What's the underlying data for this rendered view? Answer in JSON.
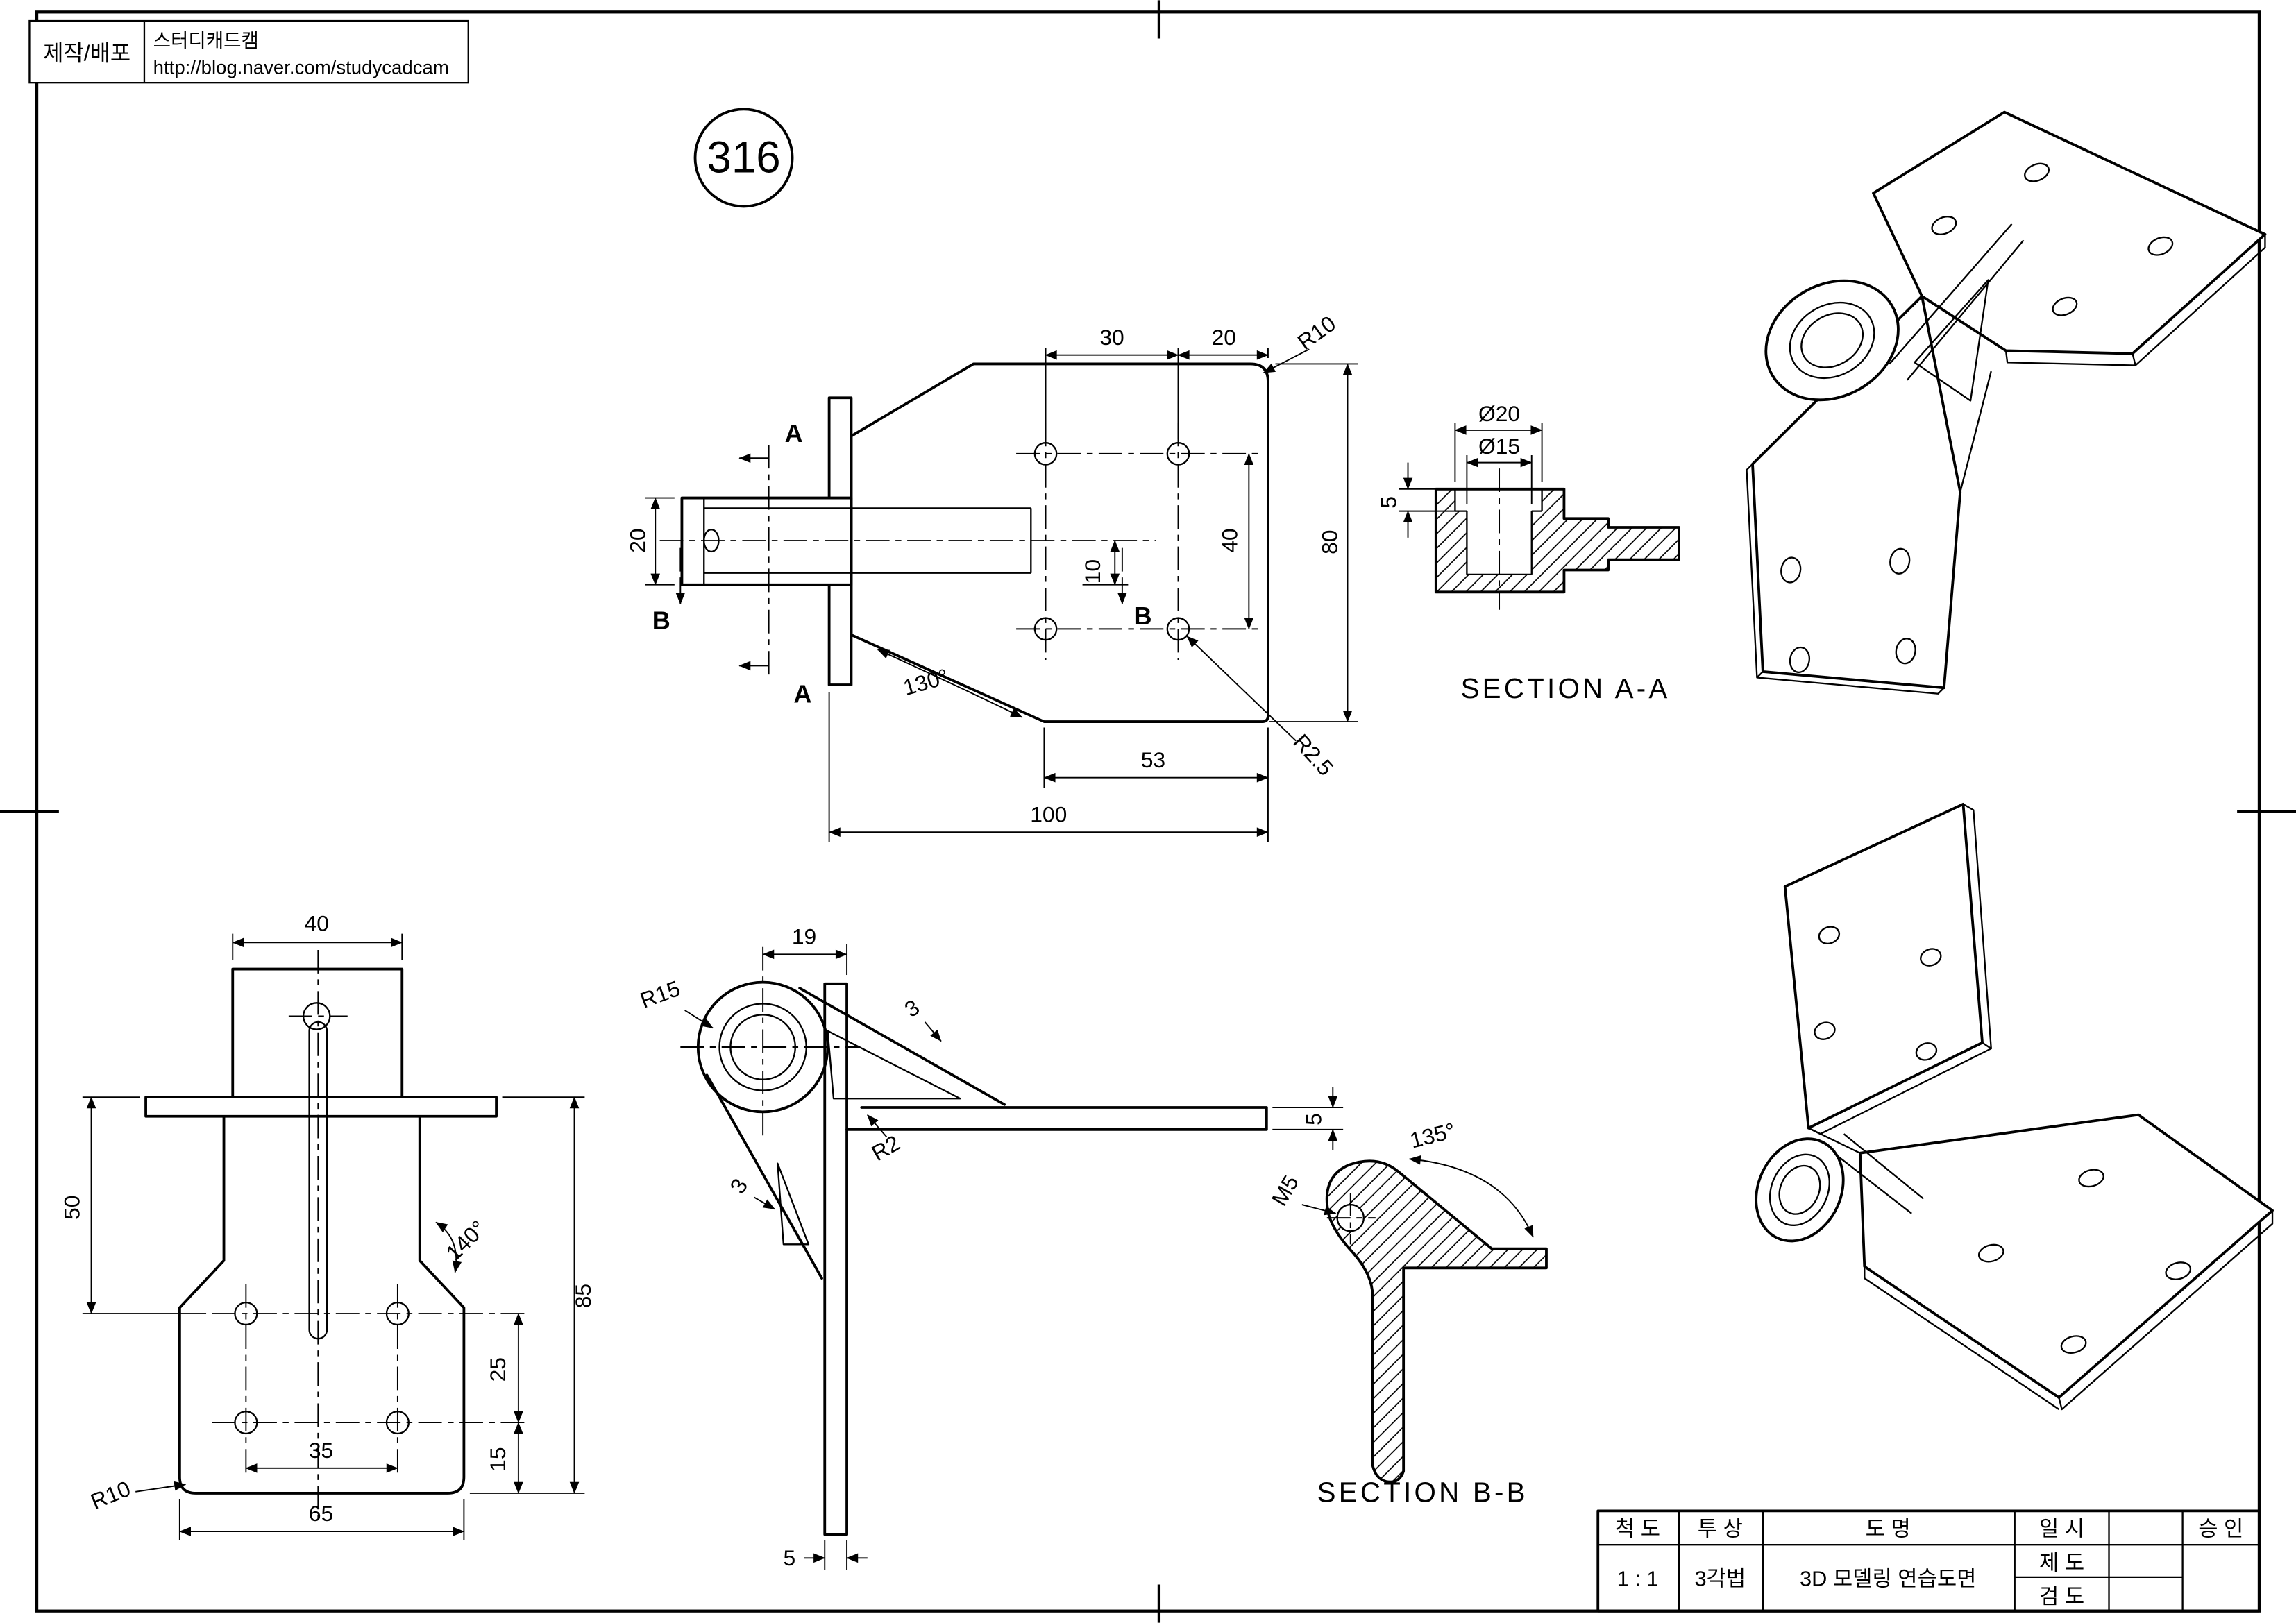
{
  "meta": {
    "bg": "#ffffff",
    "ink": "#000000"
  },
  "stamp": {
    "label": "제작/배포",
    "brand": "스터디캐드캠",
    "url": "http://blog.naver.com/studycadcam"
  },
  "part_number": "316",
  "top_view": {
    "dims": {
      "w30": "30",
      "w20": "20",
      "r10": "R10",
      "h20": "20",
      "h40": "40",
      "h10": "10",
      "h80": "80",
      "ang130": "130°",
      "w53": "53",
      "w100": "100",
      "r2_5": "R2.5"
    },
    "cut_a": "A",
    "cut_b": "B"
  },
  "section_aa": {
    "label": "SECTION A-A",
    "dims": {
      "od": "Ø20",
      "id": "Ø15",
      "depth5": "5"
    }
  },
  "front_view": {
    "dims": {
      "w40": "40",
      "h50": "50",
      "ang140": "140°",
      "h85": "85",
      "h25": "25",
      "h15": "15",
      "w35": "35",
      "w65": "65",
      "r10": "R10"
    }
  },
  "side_view": {
    "dims": {
      "w19": "19",
      "r15": "R15",
      "t3_top": "3",
      "r2": "R2",
      "t3_side": "3",
      "t5_bottom": "5",
      "t5_right": "5"
    }
  },
  "section_bb": {
    "label": "SECTION B-B",
    "dims": {
      "m5": "M5",
      "ang135": "135°"
    }
  },
  "title_block": {
    "scale_label": "척 도",
    "scale_value": "1 : 1",
    "projection_label": "투 상",
    "projection_value": "3각법",
    "name_label": "도 명",
    "name_value": "3D 모델링 연습도면",
    "date_label": "일 시",
    "draft_label": "제 도",
    "check_label": "검 도",
    "approve_label": "승 인"
  }
}
